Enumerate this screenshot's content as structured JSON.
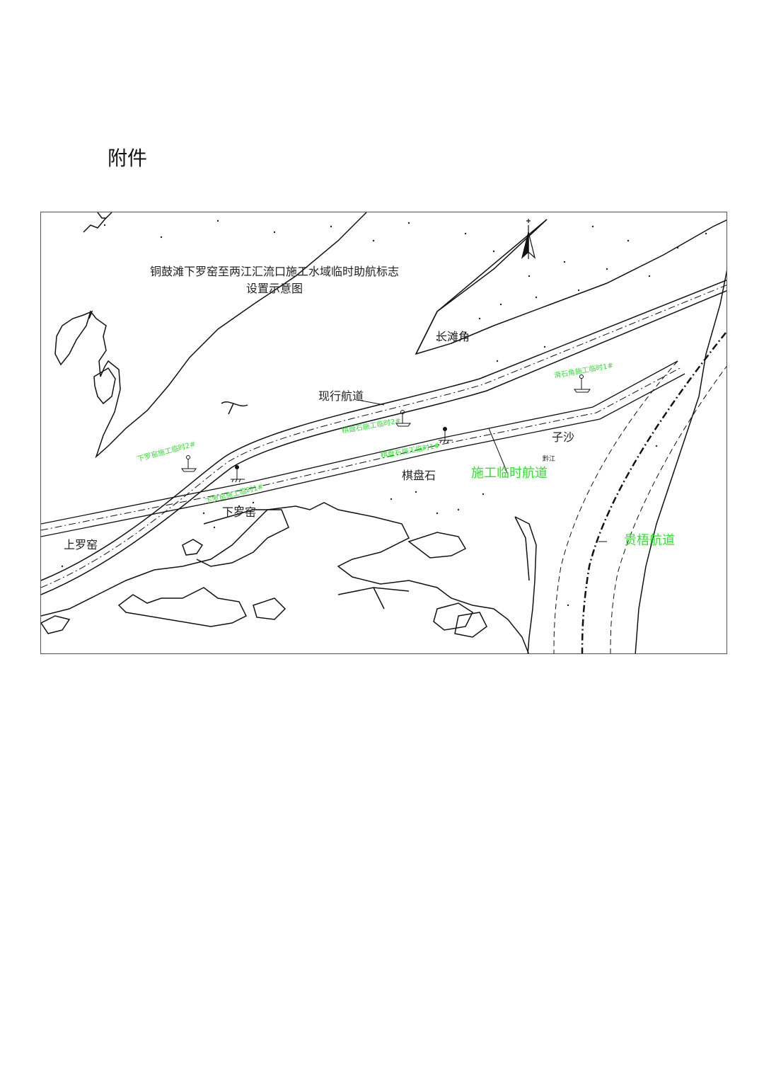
{
  "heading": "附件",
  "map": {
    "title_line1": "铜鼓滩下罗窑至两江汇流口施工水域临时助航标志",
    "title_line2": "设置示意图",
    "north_arrow_icon": "north-arrow-icon",
    "places": {
      "changtanjiao": "长滩角",
      "zisha": "子沙",
      "qianjiang": "黔江",
      "qipanshi": "棋盘石",
      "xialuoyao": "下罗窑",
      "shangluoyao": "上罗窑"
    },
    "routes": {
      "existing": "现行航道",
      "temporary": "施工临时航道",
      "guigang": "贵梧航道"
    },
    "markers": {
      "huashijiao_1": "滑石角施工临时1#",
      "qipanshi_2": "棋盘石施工临时2#",
      "qipanshi_1": "棋盘石施工临时1#",
      "xialuoyao_2": "下罗窑施工临时2#",
      "xialuoyao_1": "下罗窑施工临时1#"
    },
    "colors": {
      "marker_text": "#33dd33",
      "line": "#111111"
    }
  }
}
